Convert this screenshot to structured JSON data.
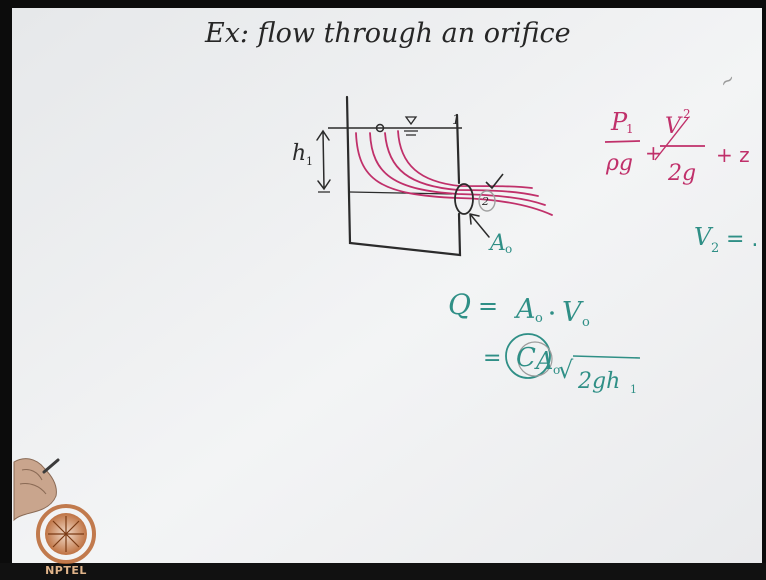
{
  "board": {
    "title": "Ex: flow through an orifice",
    "diagram": {
      "height_label": "h",
      "height_subscript": "1",
      "point_1_label": "1",
      "point_2_label": "2",
      "orifice_label": "A",
      "orifice_subscript": "o",
      "colors": {
        "tank": "#2b2b2b",
        "streamlines": "#c0306a",
        "labels": "#2f8f86"
      }
    },
    "bernoulli": {
      "p_term": "P",
      "p_sub": "1",
      "rho_g": "ρg",
      "plus": "+",
      "v_term": "V",
      "v_sup": "2",
      "two_g": "2g",
      "tail": "+ z",
      "v2_label": "V",
      "v2_sub": "2",
      "v2_eq": "= ."
    },
    "equations": {
      "line1_lhs": "Q",
      "line1_eq": "=",
      "line1_A": "A",
      "line1_A_sub": "o",
      "line1_V": "V",
      "line1_V_sub": "o",
      "line2_eq": "=",
      "line2_C": "C",
      "line2_A": "A",
      "line2_A_sub": "o",
      "line2_sqrt": "√",
      "line2_radicand": "2gh",
      "line2_radicand_sub": "1"
    }
  },
  "logo": {
    "text": "NPTEL"
  }
}
